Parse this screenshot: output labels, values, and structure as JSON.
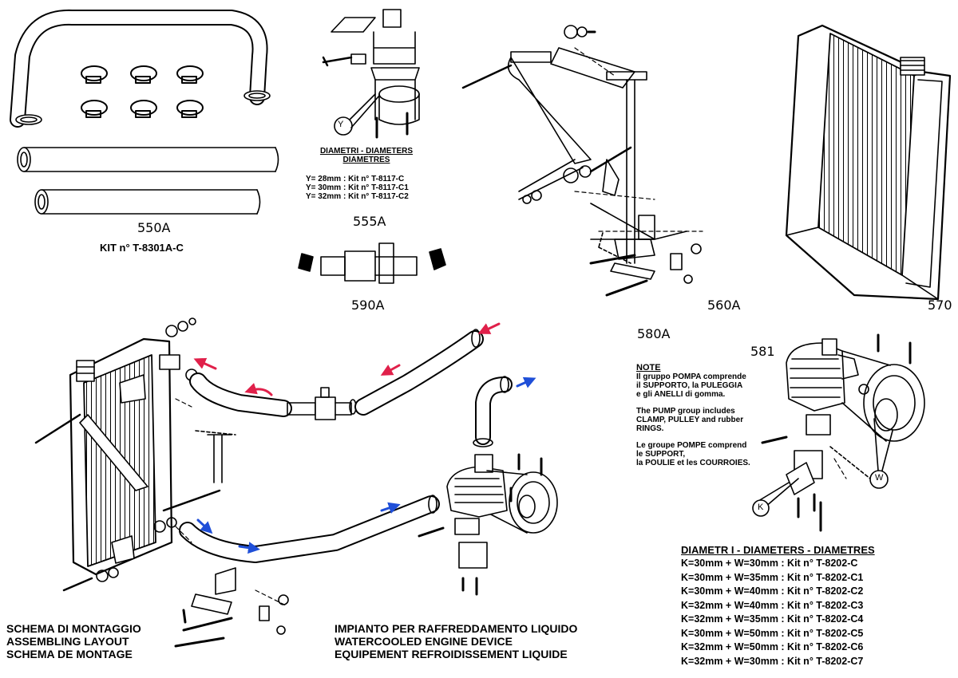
{
  "labels": {
    "p550a": "550A",
    "p555a": "555A",
    "p560a": "560A",
    "p570": "570",
    "p580a": "580A",
    "p581": "581",
    "p590a": "590A",
    "kit_550a": "KIT n° T-8301A-C",
    "callout_y": "Y",
    "callout_k": "K",
    "callout_w": "W"
  },
  "diameters_555a": {
    "title": "DIAMETRI - DIAMETERS",
    "subtitle": "DIAMETRES",
    "rows": [
      "Y= 28mm : Kit n° T-8117-C",
      "Y= 30mm : Kit n° T-8117-C1",
      "Y= 32mm : Kit n° T-8117-C2"
    ]
  },
  "note": {
    "title": "NOTE",
    "it": [
      "Il gruppo POMPA comprende",
      "il SUPPORTO, la PULEGGIA",
      "e gli ANELLI di gomma."
    ],
    "en": [
      "The PUMP group includes",
      "CLAMP, PULLEY and rubber",
      "RINGS."
    ],
    "fr": [
      "Le groupe POMPE comprend",
      "le SUPPORT,",
      "la POULIE et les COURROIES."
    ]
  },
  "diameters_581": {
    "title": "DIAMETR I - DIAMETERS - DIAMETRES",
    "rows": [
      "K=30mm + W=30mm : Kit n° T-8202-C",
      "K=30mm + W=35mm : Kit n° T-8202-C1",
      "K=30mm + W=40mm : Kit n° T-8202-C2",
      "K=32mm + W=40mm : Kit n° T-8202-C3",
      "K=32mm + W=35mm : Kit n° T-8202-C4",
      "K=30mm + W=50mm : Kit n° T-8202-C5",
      "K=32mm + W=50mm : Kit n° T-8202-C6",
      "K=32mm + W=30mm : Kit n° T-8202-C7"
    ]
  },
  "layout_title": [
    "SCHEMA DI MONTAGGIO",
    "ASSEMBLING LAYOUT",
    "SCHEMA DE MONTAGE"
  ],
  "device_title": [
    "IMPIANTO PER RAFFREDDAMENTO LIQUIDO",
    "WATERCOOLED ENGINE DEVICE",
    "EQUIPEMENT REFROIDISSEMENT LIQUIDE"
  ],
  "colors": {
    "hot_arrow": "#e0204a",
    "cold_arrow": "#1f4fd8",
    "ink": "#000000"
  }
}
